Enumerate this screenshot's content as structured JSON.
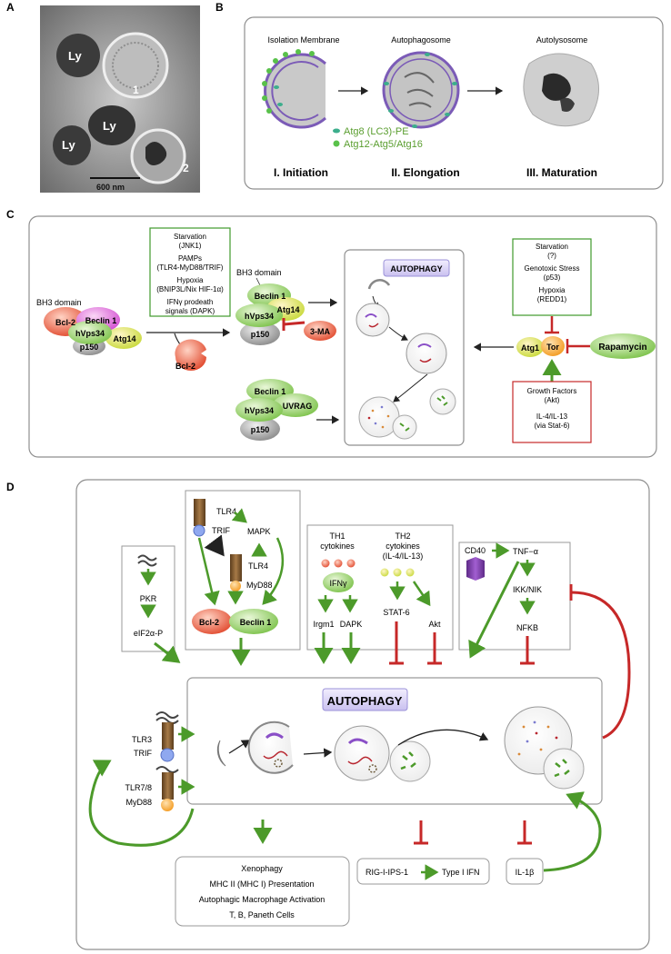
{
  "panelA": {
    "letter": "A",
    "labels": [
      "Ly",
      "Ly",
      "Ly",
      "1",
      "2"
    ],
    "scale": "600 nm"
  },
  "panelB": {
    "letter": "B",
    "stages": [
      "Isolation Membrane",
      "Autophagosome",
      "Autolysosome"
    ],
    "phases": [
      "I. Initiation",
      "II. Elongation",
      "III. Maturation"
    ],
    "legend": [
      "Atg8 (LC3)-PE",
      "Atg12-Atg5/Atg16"
    ],
    "colors": {
      "legend_text": "#5a9e2f",
      "membrane": "#7b5bb7",
      "dot": "#59c14a"
    }
  },
  "panelC": {
    "letter": "C",
    "bh3_left": "BH3 domain",
    "bh3_mid": "BH3 domain",
    "complex_left": [
      "Bcl-2",
      "Beclin 1",
      "hVps34",
      "Atg14",
      "p150"
    ],
    "bcl2_free": "Bcl-2",
    "complex_mid": [
      "Beclin 1",
      "Atg14",
      "hVps34",
      "p150"
    ],
    "inhibitor": "3-MA",
    "complex_uvrag": [
      "Beclin 1",
      "UVRAG",
      "hVps34",
      "p150"
    ],
    "autophagy_title": "AUTOPHAGY",
    "green_box": [
      "Starvation",
      "(JNK1)",
      "PAMPs",
      "(TLR4-MyD88/TRIF)",
      "Hypoxia",
      "(BNIP3L/Nix  HIF-1α)",
      "IFNγ prodeath",
      "signals (DAPK)"
    ],
    "right_green_box": [
      "Starvation",
      "(?)",
      "Genotoxic Stress",
      "(p53)",
      "Hypoxia",
      "(REDD1)"
    ],
    "right_red_box": [
      "Growth Factors",
      "(Akt)",
      "IL-4/IL-13",
      "(via Stat-6)"
    ],
    "tor": [
      "Atg1",
      "Tor"
    ],
    "rapamycin": "Rapamycin",
    "colors": {
      "green": "#3f9a2c",
      "red": "#c62828"
    }
  },
  "panelD": {
    "letter": "D",
    "tlr_box": [
      "TLR4",
      "TRIF",
      "MAPK",
      "TLR4",
      "MyD88",
      "Bcl-2",
      "Beclin 1"
    ],
    "pkr_box": [
      "PKR",
      "eIF2α-P"
    ],
    "th_box": [
      "TH1",
      "cytokines",
      "IFNγ",
      "Irgm1",
      "DAPK",
      "TH2",
      "cytokines",
      "(IL-4/IL-13)",
      "STAT-6",
      "Akt"
    ],
    "cd40_box": [
      "CD40",
      "TNF−α",
      "IKK/NIK",
      "NFKB"
    ],
    "autophagy_title": "AUTOPHAGY",
    "left_receptors": [
      "TLR3",
      "TRIF",
      "TLR7/8",
      "MyD88"
    ],
    "outcomes": [
      "Xenophagy",
      "MHC II (MHC I) Presentation",
      "Autophagic Macrophage Activation",
      "T, B, Paneth Cells"
    ],
    "rig": [
      "RIG-I-IPS-1",
      "Type I IFN"
    ],
    "il1b": "IL-1β"
  }
}
